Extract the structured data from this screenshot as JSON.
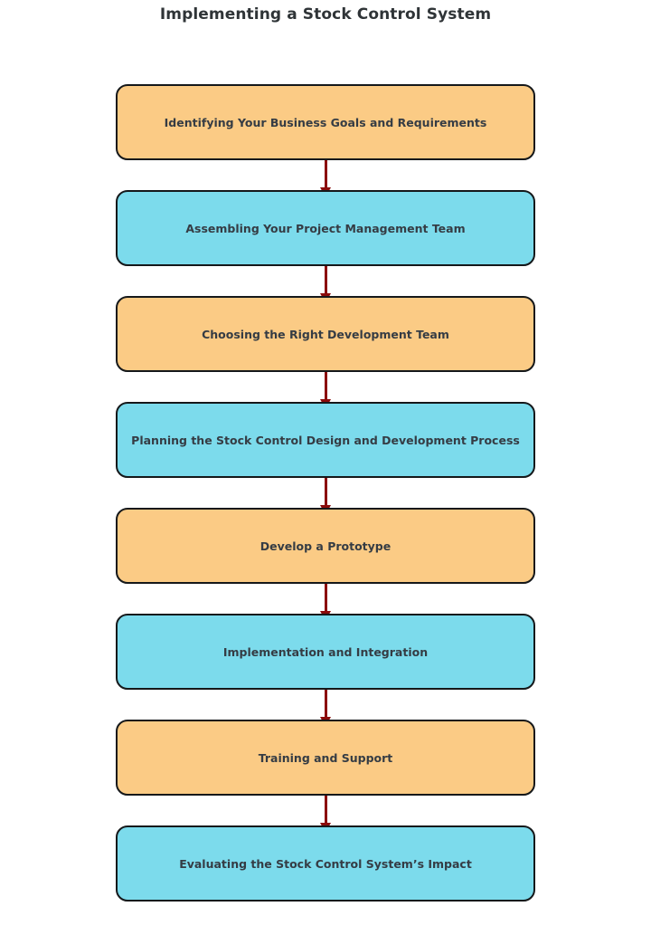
{
  "title": "Implementing a Stock Control System",
  "colors": {
    "background": "#ffffff",
    "title_text": "#2f3437",
    "node_text": "#353c44",
    "node_border": "#15181a",
    "fill_orange": "#fbcb85",
    "fill_cyan": "#7cdbec",
    "arrow": "#8b0b0b"
  },
  "chart_data": {
    "type": "diagram",
    "diagram_type": "vertical-flowchart",
    "title": "Implementing a Stock Control System",
    "orientation": "top-to-bottom",
    "node_count": 8,
    "connector_style": "straight-arrow",
    "nodes": [
      {
        "id": "step-1",
        "label": "Identifying Your Business Goals and Requirements",
        "fill": "#fbcb85",
        "order": 1
      },
      {
        "id": "step-2",
        "label": "Assembling Your Project Management Team",
        "fill": "#7cdbec",
        "order": 2
      },
      {
        "id": "step-3",
        "label": "Choosing the Right Development Team",
        "fill": "#fbcb85",
        "order": 3
      },
      {
        "id": "step-4",
        "label": "Planning the Stock Control Design and Development Process",
        "fill": "#7cdbec",
        "order": 4
      },
      {
        "id": "step-5",
        "label": "Develop a Prototype",
        "fill": "#fbcb85",
        "order": 5
      },
      {
        "id": "step-6",
        "label": "Implementation and Integration",
        "fill": "#7cdbec",
        "order": 6
      },
      {
        "id": "step-7",
        "label": "Training and Support",
        "fill": "#fbcb85",
        "order": 7
      },
      {
        "id": "step-8",
        "label": "Evaluating the Stock Control System’s Impact",
        "fill": "#7cdbec",
        "order": 8
      }
    ],
    "edges": [
      {
        "from": "step-1",
        "to": "step-2"
      },
      {
        "from": "step-2",
        "to": "step-3"
      },
      {
        "from": "step-3",
        "to": "step-4"
      },
      {
        "from": "step-4",
        "to": "step-5"
      },
      {
        "from": "step-5",
        "to": "step-6"
      },
      {
        "from": "step-6",
        "to": "step-7"
      },
      {
        "from": "step-7",
        "to": "step-8"
      }
    ]
  }
}
